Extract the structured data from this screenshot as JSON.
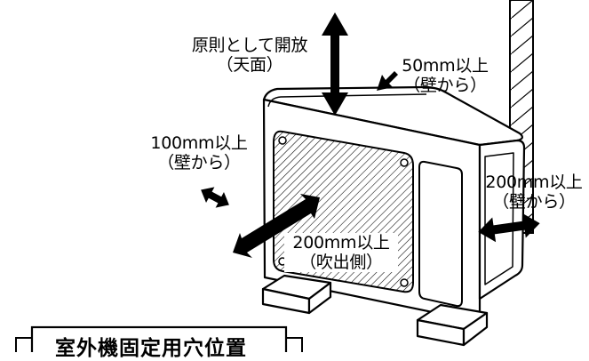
{
  "labels": {
    "top_line1": "原則として開放",
    "top_line2": "（天面）",
    "back_line1": "50mm以上",
    "back_line2": "（壁から）",
    "left_line1": "100mm以上",
    "left_line2": "（壁から）",
    "right_line1": "200mm以上",
    "right_line2": "（壁から）",
    "front_line1": "200mm以上",
    "front_line2": "（吹出側）"
  },
  "section_title": "室外機固定用穴位置",
  "colors": {
    "ink": "#000000",
    "paper": "#ffffff"
  }
}
